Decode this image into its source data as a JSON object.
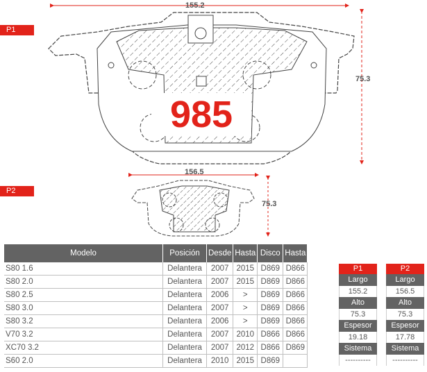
{
  "p1": {
    "tag": "P1",
    "width_label": "155.2",
    "height_label": "75.3",
    "code": "985"
  },
  "p2": {
    "tag": "P2",
    "width_label": "156.5",
    "height_label": "75.3"
  },
  "colors": {
    "brand_red": "#e2231a",
    "header_gray": "#636363"
  },
  "table": {
    "headers": [
      "Modelo",
      "Posición",
      "Desde",
      "Hasta",
      "Disco",
      "Hasta"
    ],
    "rows": [
      [
        "S80 1.6",
        "Delantera",
        "2007",
        "2015",
        "D869",
        "D866"
      ],
      [
        "S80 2.0",
        "Delantera",
        "2007",
        "2015",
        "D869",
        "D866"
      ],
      [
        "S80 2.5",
        "Delantera",
        "2006",
        ">",
        "D869",
        "D866"
      ],
      [
        "S80 3.0",
        "Delantera",
        "2007",
        ">",
        "D869",
        "D866"
      ],
      [
        "S80 3.2",
        "Delantera",
        "2006",
        ">",
        "D869",
        "D866"
      ],
      [
        "V70 3.2",
        "Delantera",
        "2007",
        "2010",
        "D866",
        "D866"
      ],
      [
        "XC70 3.2",
        "Delantera",
        "2007",
        "2012",
        "D866",
        "D869"
      ],
      [
        "S60 2.0",
        "Delantera",
        "2010",
        "2015",
        "D869",
        ""
      ]
    ]
  },
  "specs": [
    {
      "title": "P1",
      "largo_label": "Largo",
      "largo": "155.2",
      "alto_label": "Alto",
      "alto": "75.3",
      "espesor_label": "Espesor",
      "espesor": "19.18",
      "sistema_label": "Sistema",
      "sistema": "----------"
    },
    {
      "title": "P2",
      "largo_label": "Largo",
      "largo": "156.5",
      "alto_label": "Alto",
      "alto": "75.3",
      "espesor_label": "Espesor",
      "espesor": "17.78",
      "sistema_label": "Sistema",
      "sistema": "----------"
    }
  ]
}
